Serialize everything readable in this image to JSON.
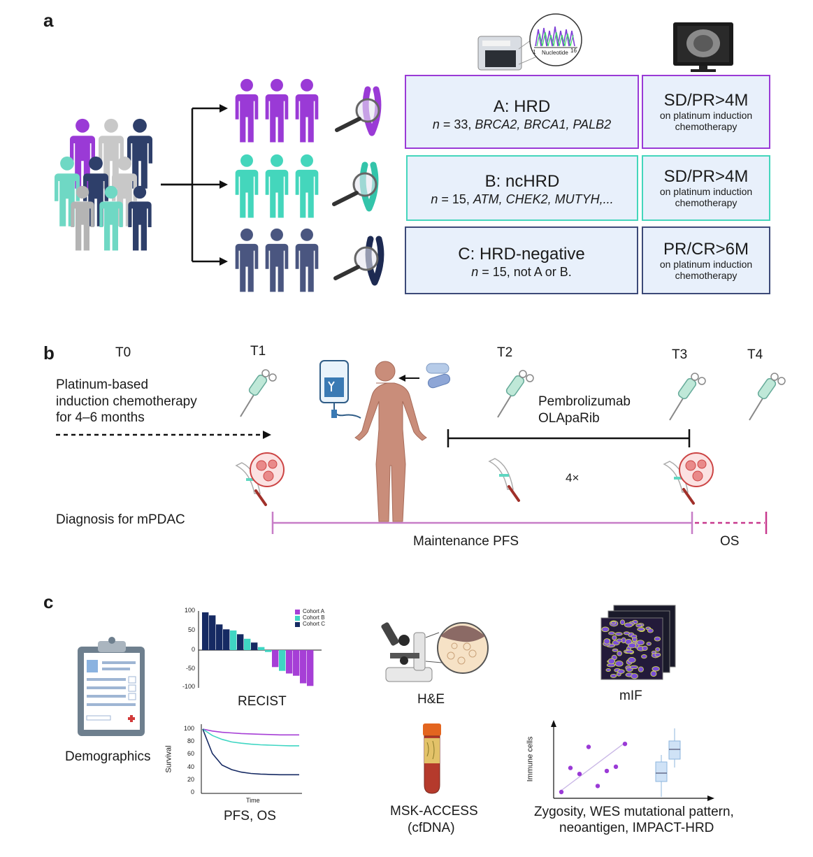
{
  "panels": {
    "a": "a",
    "b": "b",
    "c": "c"
  },
  "sequencer": {
    "axis_start": "1",
    "axis_label": "Nucleotide",
    "axis_end": "16"
  },
  "cohorts": [
    {
      "name": "A: HRD",
      "n_prefix": "n",
      "detail": " = 33, ",
      "genes": "BRCA2, BRCA1, PALB2",
      "response": "SD/PR>4M",
      "response_note": "on platinum induction chemotherapy",
      "color": "#9a3ad6"
    },
    {
      "name": "B: ncHRD",
      "n_prefix": "n",
      "detail": " = 15, ",
      "genes": "ATM, CHEK2, MUTYH,...",
      "response": "SD/PR>4M",
      "response_note": "on platinum induction chemotherapy",
      "color": "#44d6bc"
    },
    {
      "name": "C: HRD-negative",
      "n_prefix": "n",
      "detail": " = 15, not A or B.",
      "genes": "",
      "response": "PR/CR>6M",
      "response_note": "on platinum induction chemotherapy",
      "color": "#3c4a78"
    }
  ],
  "timeline": {
    "t0": "T0",
    "t1": "T1",
    "t2": "T2",
    "t3": "T3",
    "t4": "T4",
    "induction_line1": "Platinum-based",
    "induction_line2": "induction chemotherapy",
    "induction_line3": "for 4–6 months",
    "drug1": "Pembrolizumab",
    "drug2": "OLApaRib",
    "repeat": "4×",
    "diagnosis": "Diagnosis for mPDAC",
    "pfs": "Maintenance PFS",
    "os": "OS"
  },
  "analyses": {
    "demographics": "Demographics",
    "recist": "RECIST",
    "pfs_os": "PFS, OS",
    "he": "H&E",
    "mif": "mIF",
    "msk_line1": "MSK-ACCESS",
    "msk_line2": "(cfDNA)",
    "zyg_line1": "Zygosity, WES mutational pattern,",
    "zyg_line2": "neoantigen, IMPACT-HRD",
    "immune_cells": "Immune cells"
  },
  "chart_data": [
    {
      "type": "bar",
      "title": "RECIST",
      "legend": [
        "Cohort A",
        "Cohort B",
        "Cohort C"
      ],
      "legend_placement": "top-right",
      "colors": {
        "Cohort A": "#a63fd6",
        "Cohort B": "#3fd6c3",
        "Cohort C": "#162a63"
      },
      "yticks": [
        "100",
        "50",
        "0",
        "-50",
        "-100"
      ],
      "ylim": [
        -100,
        100
      ],
      "values": [
        100,
        92,
        68,
        55,
        52,
        42,
        30,
        20,
        8,
        -5,
        -45,
        -55,
        -62,
        -68,
        -88,
        -95
      ],
      "series_of_bar": [
        "Cohort C",
        "Cohort C",
        "Cohort C",
        "Cohort C",
        "Cohort B",
        "Cohort C",
        "Cohort B",
        "Cohort C",
        "Cohort B",
        "Cohort B",
        "Cohort A",
        "Cohort B",
        "Cohort A",
        "Cohort A",
        "Cohort A",
        "Cohort A"
      ]
    },
    {
      "type": "line",
      "title": "PFS, OS",
      "xlabel": "Time",
      "ylabel": "Survival",
      "yticks": [
        "100",
        "80",
        "60",
        "40",
        "20",
        "0"
      ],
      "ylim": [
        0,
        100
      ],
      "x": [
        0,
        1,
        2,
        3,
        4,
        5,
        6,
        7,
        8,
        9,
        10
      ],
      "series": [
        {
          "color": "#a63fd6",
          "values": [
            100,
            97,
            95,
            94,
            93,
            92.5,
            92,
            91.5,
            91,
            91,
            91
          ]
        },
        {
          "color": "#3fd6c3",
          "values": [
            100,
            90,
            84,
            80,
            78,
            76.5,
            75.5,
            75,
            74.5,
            74,
            74
          ]
        },
        {
          "color": "#162a63",
          "values": [
            100,
            62,
            44,
            37,
            33,
            31,
            30,
            29.5,
            29,
            29,
            29
          ]
        }
      ]
    },
    {
      "type": "scatter",
      "ylabel": "Immune cells",
      "points": [
        [
          1,
          1
        ],
        [
          2,
          5
        ],
        [
          3,
          4
        ],
        [
          4,
          8.5
        ],
        [
          5,
          2
        ],
        [
          6,
          4.5
        ],
        [
          7,
          5.2
        ],
        [
          8,
          9
        ]
      ],
      "trend": true
    }
  ]
}
